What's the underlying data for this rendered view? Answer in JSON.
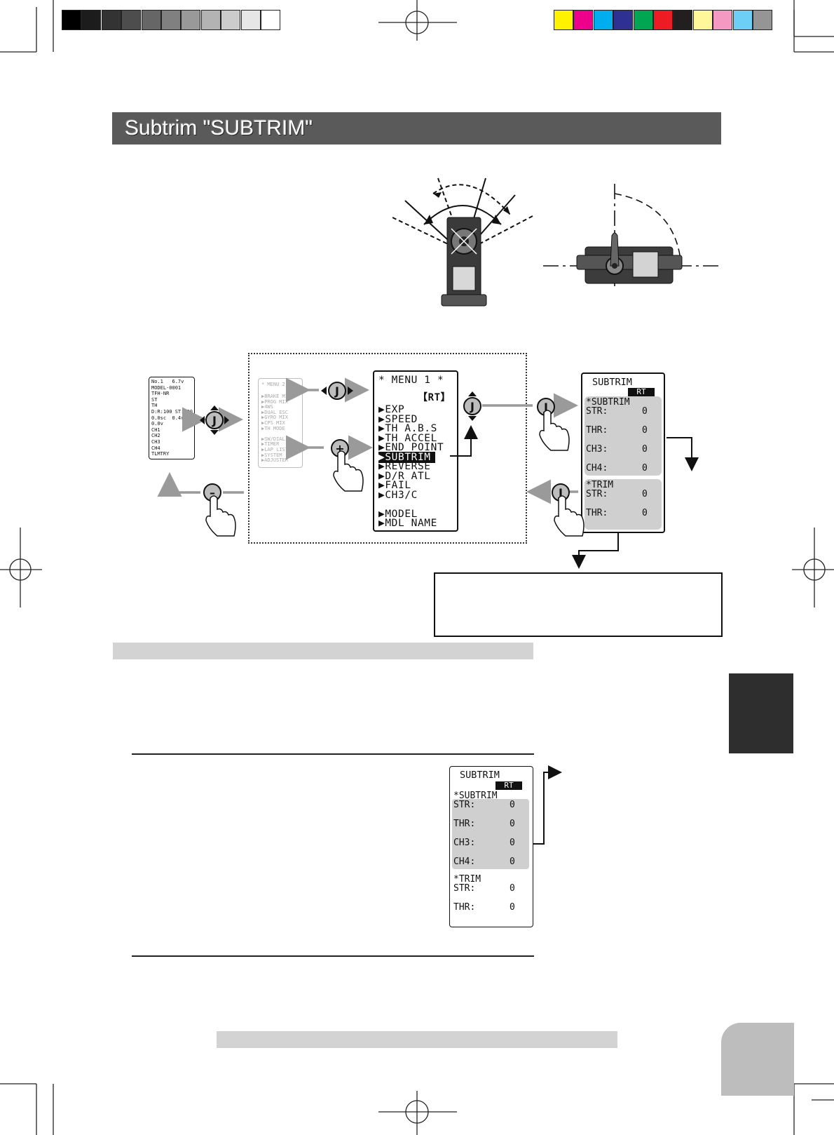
{
  "color_bar": {
    "gray_swatches": [
      "#000000",
      "#1c1c1c",
      "#333333",
      "#4d4d4d",
      "#666666",
      "#808080",
      "#999999",
      "#b3b3b3",
      "#cccccc",
      "#e6e6e6",
      "#ffffff"
    ],
    "color_swatches": [
      "#fff200",
      "#ec008c",
      "#00aeef",
      "#2e3192",
      "#00a651",
      "#ed1c24",
      "#231f20",
      "#fff799",
      "#f49ac2",
      "#6dcff6",
      "#959595"
    ]
  },
  "section": {
    "title": "Subtrim  \"SUBTRIM\""
  },
  "home_screen": {
    "lines": [
      "No.1   6.7v",
      "MODEL-0001",
      "TFH-NR",
      "ST",
      "TH",
      "D:R:100 ST:100",
      "0.0sc  0.4v",
      "0.0v",
      "CH1",
      "CH2",
      "CH3",
      "CH4",
      "TLMTRY"
    ]
  },
  "menu2_screen": {
    "title": "* MENU 2 *",
    "items": [
      "BRAKE MIX",
      "PROG MIX",
      "4WS",
      "DUAL ESC",
      "GYRO MIX",
      "CPS MIX",
      "TH MODE",
      "",
      "SW/DIAL",
      "TIMER",
      "LAP LIST",
      "SYSTEM",
      "ADJUSTER"
    ]
  },
  "menu1_screen": {
    "title": "* MENU 1 *",
    "badge": "【RT】",
    "items": [
      "EXP",
      "SPEED",
      "TH A.B.S",
      "TH ACCEL",
      "END POINT",
      "SUBTRIM",
      "REVERSE",
      "D/R ATL",
      "FAIL",
      "CH3/C",
      "",
      "MODEL",
      "MDL NAME"
    ],
    "selected": "SUBTRIM"
  },
  "subtrim_screen": {
    "title": "SUBTRIM",
    "badge": "RT",
    "subtrim_header": "*SUBTRIM",
    "subtrim_rows": [
      {
        "label": "STR:",
        "value": "0"
      },
      {
        "label": "THR:",
        "value": "0"
      },
      {
        "label": "CH3:",
        "value": "0"
      },
      {
        "label": "CH4:",
        "value": "0"
      }
    ],
    "trim_header": "*TRIM",
    "trim_rows": [
      {
        "label": "STR:",
        "value": "0"
      },
      {
        "label": "THR:",
        "value": "0"
      }
    ]
  },
  "buttons": {
    "jog": "J",
    "plus": "+",
    "minus": "–"
  }
}
